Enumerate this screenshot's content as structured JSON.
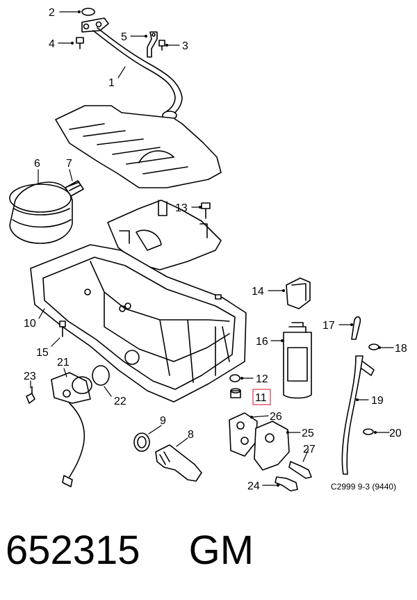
{
  "diagram": {
    "caption": "C2999 9-3 (9440)",
    "highlighted_callout": "11",
    "callouts": {
      "c1": "1",
      "c2": "2",
      "c3": "3",
      "c4": "4",
      "c5": "5",
      "c6": "6",
      "c7": "7",
      "c8": "8",
      "c9": "9",
      "c10": "10",
      "c11": "11",
      "c12": "12",
      "c13": "13",
      "c14": "14",
      "c15": "15",
      "c16": "16",
      "c17": "17",
      "c18": "18",
      "c19": "19",
      "c20": "20",
      "c21": "21",
      "c22": "22",
      "c23": "23",
      "c24": "24",
      "c25": "25",
      "c26": "26",
      "c27": "27"
    },
    "highlight_color": "#e0324b"
  },
  "footer": {
    "part_number": "652315",
    "brand": "GM"
  }
}
